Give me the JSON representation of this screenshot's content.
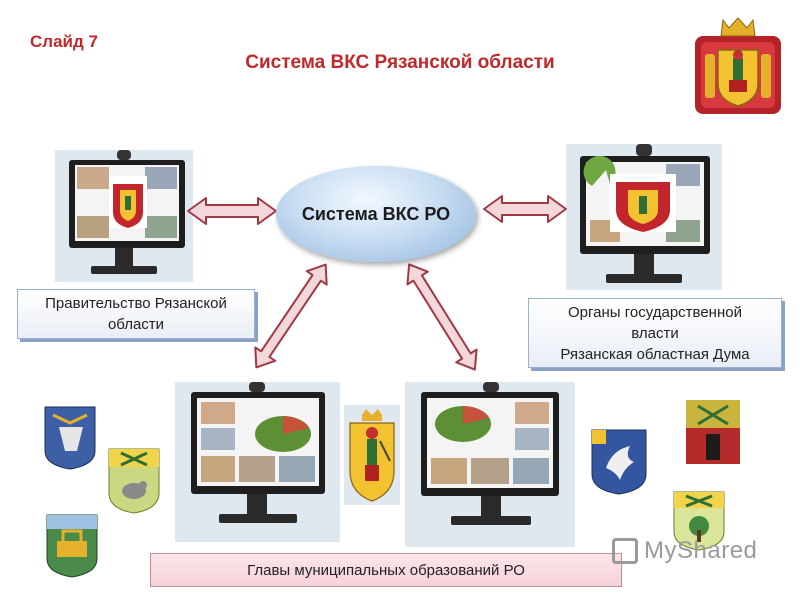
{
  "slide": {
    "number_label": "Слайд 7",
    "title": "Система ВКС Рязанской области"
  },
  "hub": {
    "label": "Система ВКС РО"
  },
  "nodes": {
    "left": {
      "line1": "Правительство Рязанской",
      "line2": "области"
    },
    "right": {
      "line1": "Органы государственной",
      "line2": "власти",
      "line3": "Рязанская областная Дума"
    },
    "bottom": {
      "label": "Главы муниципальных образований РО"
    }
  },
  "watermark": {
    "text": "MyShared"
  },
  "colors": {
    "title_red": "#c0282b",
    "arrow_fill": "#f3d7db",
    "arrow_stroke": "#9e3a45",
    "hub_blue": "#c9def3",
    "box_border": "#9ab0cf"
  },
  "icons": {
    "regional_emblem": "coat-of-arms-icon",
    "municipal_emblems": "municipal-coat-of-arms-icon",
    "monitors": "videoconference-monitor-icon",
    "connections": "double-arrow-icon"
  }
}
